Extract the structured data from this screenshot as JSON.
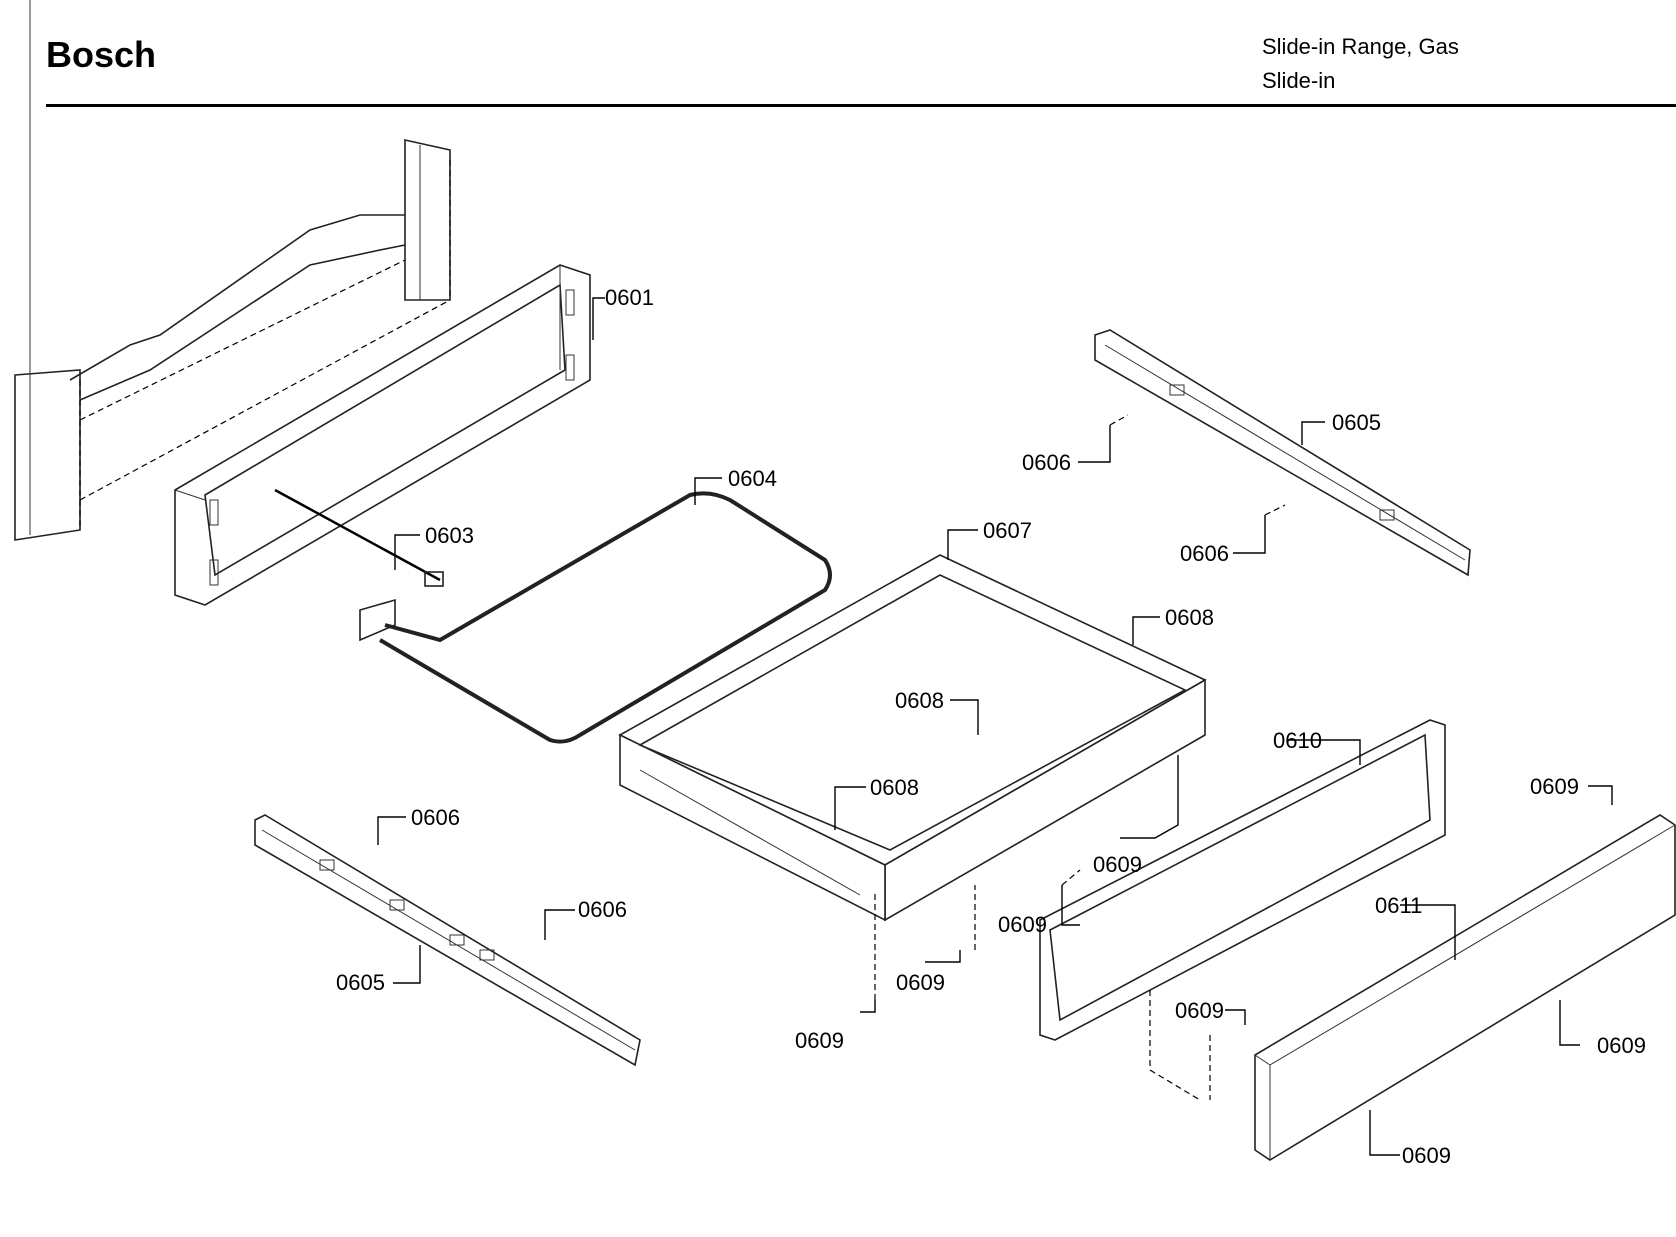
{
  "header": {
    "brand": "Bosch",
    "model_line1": "Slide-in Range, Gas",
    "model_line2": "Slide-in"
  },
  "callouts": {
    "c0601": "0601",
    "c0603": "0603",
    "c0604": "0604",
    "c0605a": "0605",
    "c0605b": "0605",
    "c0606a": "0606",
    "c0606b": "0606",
    "c0606c": "0606",
    "c0606d": "0606",
    "c0607": "0607",
    "c0608a": "0608",
    "c0608b": "0608",
    "c0608c": "0608",
    "c0609a": "0609",
    "c0609b": "0609",
    "c0609c": "0609",
    "c0609d": "0609",
    "c0609e": "0609",
    "c0609f": "0609",
    "c0609g": "0609",
    "c0609h": "0609",
    "c0610": "0610",
    "c0611": "0611"
  }
}
